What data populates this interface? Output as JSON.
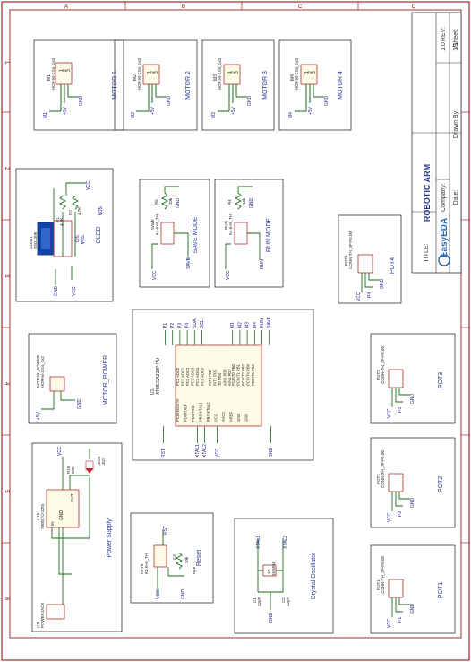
{
  "title_block": {
    "rev_label": "REV:",
    "rev_value": "1.0",
    "sheet_label": "Sheet:",
    "sheet_value": "1/1",
    "drawn_by_label": "Drawn By:",
    "title_label": "TITLE:",
    "title_value": "ROBOTIC ARM",
    "company_label": "Company:",
    "date_label": "Date:",
    "logo_text": "EasyEDA"
  },
  "frame": {
    "top_letters": [
      "A",
      "B",
      "C",
      "D"
    ],
    "side_numbers": [
      "1",
      "2",
      "3",
      "4",
      "5",
      "6"
    ]
  },
  "modules": {
    "motor1": {
      "title": "MOTOR 1",
      "ref": "M1",
      "part": "HDR-M-2.54_1x3",
      "pin1": "1",
      "pin2": "2",
      "pin3": "3",
      "net_sig": "M1",
      "net_vcc": "+5V",
      "net_gnd": "GND"
    },
    "motor2": {
      "title": "MOTOR 2",
      "ref": "M2",
      "part": "HDR-M-2.54_1x3",
      "pin1": "1",
      "pin2": "2",
      "pin3": "3",
      "net_sig": "M2",
      "net_vcc": "+5V",
      "net_gnd": "GND"
    },
    "motor3": {
      "title": "MOTOR 3",
      "ref": "M3",
      "part": "HDR-M-2.54_1x3",
      "pin1": "1",
      "pin2": "2",
      "pin3": "3",
      "net_sig": "M3",
      "net_vcc": "+5V",
      "net_gnd": "GND"
    },
    "motor4": {
      "title": "MOTOR 4",
      "ref": "M4",
      "part": "HDR-M-2.54_1x3",
      "pin1": "1",
      "pin2": "2",
      "pin3": "3",
      "net_sig": "M4",
      "net_vcc": "+5V",
      "net_gnd": "GND"
    },
    "oled": {
      "title": "OLED",
      "ref": "OLED1",
      "part": "SSD1306",
      "r1": "R1",
      "r1_val": "4.7K",
      "r2": "R2",
      "r2_val": "4.7K",
      "vcc": "VCC",
      "gnd": "GND",
      "sda": "SDA",
      "scl": "SCL"
    },
    "save": {
      "title": "SAVE MODE",
      "ref": "SAVE",
      "part": "K4-6×6_TH",
      "r": "R5",
      "r_val": "10k",
      "vcc": "VCC",
      "gnd": "GND",
      "net": "SAVE"
    },
    "run": {
      "title": "RUN MODE",
      "ref": "RUN",
      "part": "K4-6×6_TH",
      "r": "R4",
      "r_val": "10k",
      "vcc": "VCC",
      "gnd": "GND",
      "net": "RUN"
    },
    "pot4": {
      "title": "POT4",
      "ref": "POT4",
      "part": "CONN-TH_3P-P5.00",
      "net_sig": "P4",
      "vcc": "VCC",
      "gnd": "GND"
    },
    "motor_power": {
      "title": "MOTOR_POWER",
      "ref": "MOTOR_POWER",
      "part": "HDR-M-2.54_1x2",
      "vcc": "+5V",
      "gnd": "GND"
    },
    "mcu": {
      "ref": "U1",
      "part": "ATMEGA328P-PU",
      "top_nets": [
        "P1",
        "P2",
        "P3",
        "P4",
        "SDA",
        "SCL",
        "M1",
        "M2",
        "M3",
        "M4",
        "RUN",
        "SAVE"
      ],
      "left_pins": [
        "PC0 ADC0",
        "PC1 ADC1",
        "PC2 ADC2",
        "PC3 ADC3",
        "PC4 ADC4",
        "PC5 ADC5"
      ],
      "mid_pins": [
        "INT0 PD2",
        "INT1 PD3",
        "T0 PD4",
        "AIN0 PD6",
        "AIN1 PD7"
      ],
      "right_pins": [
        "PCINT0 PB0",
        "PCINT1 PB1",
        "PCINT2 PB2",
        "PCINT4 PB4",
        "PCINT5 PB5"
      ],
      "low_pins": [
        "PC6 RESET#",
        "PD0 RXD",
        "PD1 TXD",
        "PB6 XTAL1",
        "PB7 XTAL2",
        "VCC",
        "AVCC",
        "AREF",
        "GND",
        "GND"
      ],
      "bottom_nets": [
        "RST",
        "XTAL1",
        "XTAL2",
        "VCC",
        "GND"
      ]
    },
    "pot3": {
      "title": "POT3",
      "ref": "POT3",
      "part": "CONN-TH_3P-P5.00",
      "net_sig": "P3",
      "vcc": "VCC",
      "gnd": "GND"
    },
    "pot2": {
      "title": "POT2",
      "ref": "POT2",
      "part": "CONN-TH_3P-P5.00",
      "net_sig": "P2",
      "vcc": "VCC",
      "gnd": "GND"
    },
    "pot1": {
      "title": "POT1",
      "ref": "POT1",
      "part": "CONN-TH_3P-P5.00",
      "net_sig": "P1",
      "vcc": "VCC",
      "gnd": "GND"
    },
    "power": {
      "title": "Power Supply",
      "u10": "U10",
      "reg": "7805(TO-220)",
      "u11": "U11",
      "jack": "POWERJACK",
      "r10": "R10",
      "r10_val": "220",
      "led": "LED4",
      "led_part": "LED",
      "vcc": "VCC",
      "in": "IN",
      "out": "OUT",
      "gnd": "GND"
    },
    "reset": {
      "title": "Reset",
      "ref": "KEY6",
      "part": "K4-6×6_TH",
      "r": "R18",
      "r_val": "10k",
      "c": "C3",
      "net": "RST",
      "vcc": "VCC",
      "gnd": "GND"
    },
    "crystal": {
      "title": "Crystal Oscillator",
      "ref": "X1",
      "freq": "16 MHz",
      "c1": "C1",
      "c1_val": "22pF",
      "c2": "C2",
      "c2_val": "22pF",
      "x1": "XTAL1",
      "x2": "XTAL2",
      "gnd": "GND"
    }
  },
  "colors": {
    "border": "#8b0000",
    "wire": "#1a6b1a",
    "pin": "#b03030",
    "net": "#1a1a8a",
    "body": "#222222",
    "title": "#2a3a8a",
    "module_title": "#2a3a9a",
    "oled_blue": "#1144aa"
  }
}
